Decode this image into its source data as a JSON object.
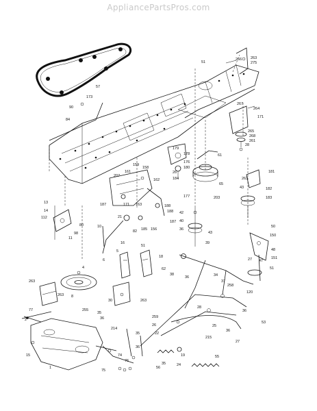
{
  "watermark": "AppliancePartsPros.com",
  "callouts": [
    {
      "id": "c1",
      "text": "51"
    },
    {
      "id": "c2",
      "text": "263"
    },
    {
      "id": "c3",
      "text": "275"
    },
    {
      "id": "c4",
      "text": "266"
    },
    {
      "id": "c5",
      "text": "57"
    },
    {
      "id": "c6",
      "text": "173"
    },
    {
      "id": "c7",
      "text": "90"
    },
    {
      "id": "c8",
      "text": "84"
    },
    {
      "id": "c9",
      "text": "267"
    },
    {
      "id": "c10",
      "text": "264"
    },
    {
      "id": "c11",
      "text": "171"
    },
    {
      "id": "c12",
      "text": "265"
    },
    {
      "id": "c13",
      "text": "268"
    },
    {
      "id": "c14",
      "text": "261"
    },
    {
      "id": "c15",
      "text": "28"
    },
    {
      "id": "c16",
      "text": "61"
    },
    {
      "id": "c17",
      "text": "179"
    },
    {
      "id": "c18",
      "text": "178"
    },
    {
      "id": "c19",
      "text": "176"
    },
    {
      "id": "c20",
      "text": "180"
    },
    {
      "id": "c21",
      "text": "26"
    },
    {
      "id": "c22",
      "text": "184"
    },
    {
      "id": "c23",
      "text": "263"
    },
    {
      "id": "c24",
      "text": "181"
    },
    {
      "id": "c25",
      "text": "158"
    },
    {
      "id": "c26",
      "text": "161"
    },
    {
      "id": "c27",
      "text": "159"
    },
    {
      "id": "c28",
      "text": "162"
    },
    {
      "id": "c29",
      "text": "207"
    },
    {
      "id": "c30",
      "text": "65"
    },
    {
      "id": "c31",
      "text": "43"
    },
    {
      "id": "c32",
      "text": "182"
    },
    {
      "id": "c33",
      "text": "171"
    },
    {
      "id": "c34",
      "text": "163"
    },
    {
      "id": "c35",
      "text": "187"
    },
    {
      "id": "c36",
      "text": "183"
    },
    {
      "id": "c37",
      "text": "203"
    },
    {
      "id": "c38",
      "text": "177"
    },
    {
      "id": "c39",
      "text": "188"
    },
    {
      "id": "c40",
      "text": "188"
    },
    {
      "id": "c41",
      "text": "13"
    },
    {
      "id": "c42",
      "text": "14"
    },
    {
      "id": "c43",
      "text": "112"
    },
    {
      "id": "c44",
      "text": "80"
    },
    {
      "id": "c45",
      "text": "98"
    },
    {
      "id": "c46",
      "text": "11"
    },
    {
      "id": "c47",
      "text": "21"
    },
    {
      "id": "c48",
      "text": "82"
    },
    {
      "id": "c49",
      "text": "185"
    },
    {
      "id": "c50",
      "text": "156"
    },
    {
      "id": "c51",
      "text": "187"
    },
    {
      "id": "c52",
      "text": "42"
    },
    {
      "id": "c53",
      "text": "40"
    },
    {
      "id": "c54",
      "text": "36"
    },
    {
      "id": "c55",
      "text": "43"
    },
    {
      "id": "c56",
      "text": "39"
    },
    {
      "id": "c57",
      "text": "10"
    },
    {
      "id": "c58",
      "text": "6"
    },
    {
      "id": "c59",
      "text": "50"
    },
    {
      "id": "c60",
      "text": "150"
    },
    {
      "id": "c61",
      "text": "48"
    },
    {
      "id": "c62",
      "text": "151"
    },
    {
      "id": "c63",
      "text": "47"
    },
    {
      "id": "c64",
      "text": "27"
    },
    {
      "id": "c65",
      "text": "51"
    },
    {
      "id": "c66",
      "text": "16"
    },
    {
      "id": "c67",
      "text": "5"
    },
    {
      "id": "c68",
      "text": "51"
    },
    {
      "id": "c69",
      "text": "18"
    },
    {
      "id": "c70",
      "text": "4"
    },
    {
      "id": "c71",
      "text": "62"
    },
    {
      "id": "c72",
      "text": "38"
    },
    {
      "id": "c73",
      "text": "36"
    },
    {
      "id": "c74",
      "text": "34"
    },
    {
      "id": "c75",
      "text": "37"
    },
    {
      "id": "c76",
      "text": "258"
    },
    {
      "id": "c77",
      "text": "120"
    },
    {
      "id": "c78",
      "text": "263"
    },
    {
      "id": "c79",
      "text": "8"
    },
    {
      "id": "c80",
      "text": "263"
    },
    {
      "id": "c81",
      "text": "30"
    },
    {
      "id": "c82",
      "text": "263"
    },
    {
      "id": "c83",
      "text": "28"
    },
    {
      "id": "c84",
      "text": "36"
    },
    {
      "id": "c85",
      "text": "53"
    },
    {
      "id": "c86",
      "text": "77"
    },
    {
      "id": "c87",
      "text": "2"
    },
    {
      "id": "c88",
      "text": "255"
    },
    {
      "id": "c89",
      "text": "35"
    },
    {
      "id": "c90",
      "text": "36"
    },
    {
      "id": "c91",
      "text": "214"
    },
    {
      "id": "c92",
      "text": "259"
    },
    {
      "id": "c93",
      "text": "26"
    },
    {
      "id": "c94",
      "text": "22"
    },
    {
      "id": "c95",
      "text": "215"
    },
    {
      "id": "c96",
      "text": "25"
    },
    {
      "id": "c97",
      "text": "36"
    },
    {
      "id": "c98",
      "text": "35"
    },
    {
      "id": "c99",
      "text": "15"
    },
    {
      "id": "c100",
      "text": "1"
    },
    {
      "id": "c101",
      "text": "74"
    },
    {
      "id": "c102",
      "text": "76"
    },
    {
      "id": "c103",
      "text": "75"
    },
    {
      "id": "c104",
      "text": "19"
    },
    {
      "id": "c105",
      "text": "24"
    },
    {
      "id": "c106",
      "text": "55"
    },
    {
      "id": "c107",
      "text": "56"
    },
    {
      "id": "c108",
      "text": "35"
    },
    {
      "id": "c109",
      "text": "36"
    },
    {
      "id": "c110",
      "text": "27"
    }
  ]
}
